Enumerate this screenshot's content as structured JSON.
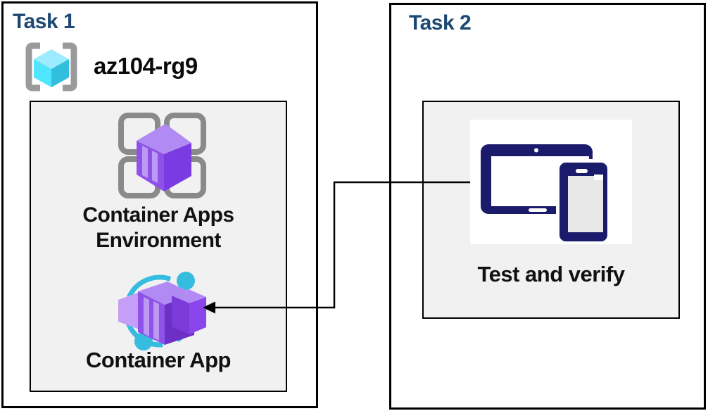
{
  "task1": {
    "title": "Task 1",
    "resource_group_name": "az104-rg9",
    "environment_label_line1": "Container Apps",
    "environment_label_line2": "Environment",
    "container_app_label": "Container App"
  },
  "task2": {
    "title": "Task 2",
    "test_label": "Test and verify"
  },
  "icons": {
    "resource_group": "resource-group-icon",
    "environment": "container-apps-environment-icon",
    "container_app": "container-app-icon",
    "devices": "tablet-and-phone-icon"
  },
  "colors": {
    "title": "#1C4872",
    "box_border": "#000000",
    "inner_box_bg": "#F1F1F1",
    "bracket_gray": "#9A9A9A",
    "grid_gray": "#8A8A8A",
    "rg_cube_top": "#9CEBFF",
    "rg_cube_left": "#50E6FF",
    "rg_cube_right": "#32BEDD",
    "purple_top": "#B28AF3",
    "purple_front": "#8F52E8",
    "purple_front_deep": "#7A3BD8",
    "purple_right": "#7A3BE3",
    "purple_dark": "#6D2FC4",
    "purple_flap": "#C49EF7",
    "purple_bright": "#8A46EC",
    "stripe_light": "#C7A6F6",
    "cyan": "#35BCDE",
    "navy": "#1B1B6B",
    "phone_screen": "#E7E7E7",
    "arrow": "#000000"
  }
}
